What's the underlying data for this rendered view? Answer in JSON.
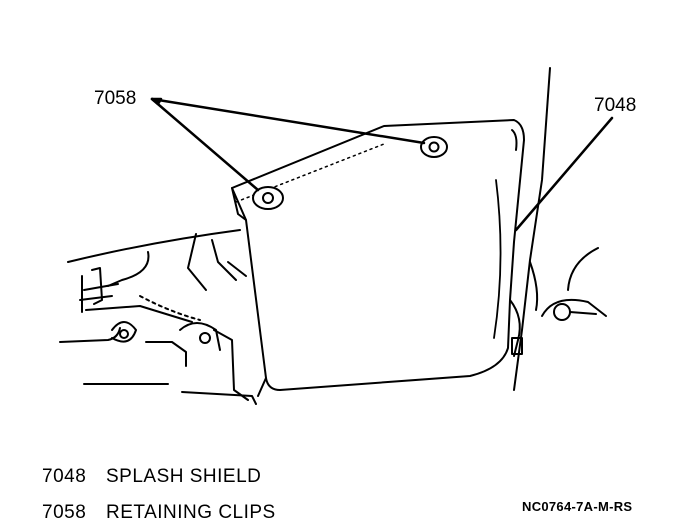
{
  "callouts": {
    "clips": "7058",
    "shield": "7048"
  },
  "legend": [
    {
      "code": "7048",
      "description": "SPLASH SHIELD"
    },
    {
      "code": "7058",
      "description": "RETAINING CLIPS"
    }
  ],
  "figure_id": "NC0764-7A-M-RS"
}
